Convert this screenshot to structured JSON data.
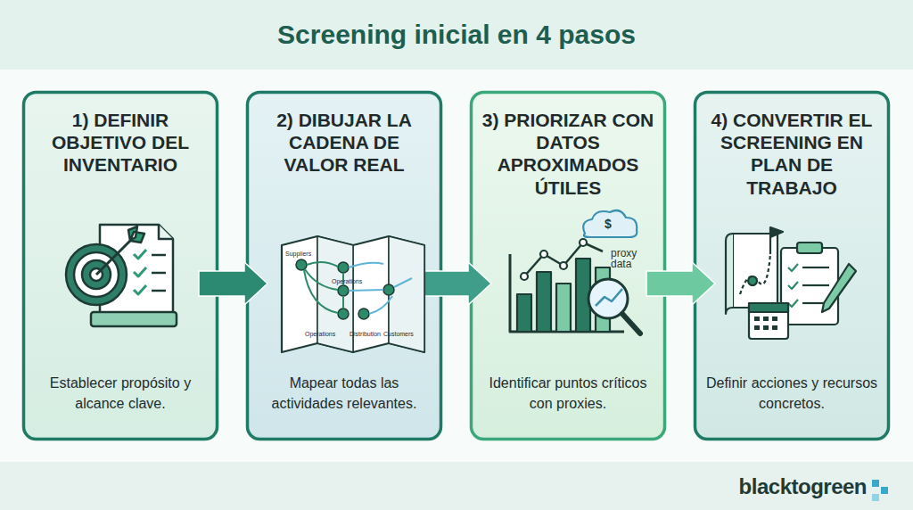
{
  "diagram": {
    "title": "Screening inicial en 4 pasos",
    "nodes": [
      {
        "text": [
          "1) DEFINIR OBJETIVO DEL INVENTARIO",
          "Establecer propósito y alcance clave."
        ]
      },
      {
        "text": [
          "2) DIBUJAR LA CADENA DE VALOR REAL",
          "Mapear todas las actividades relevantes."
        ]
      },
      {
        "text": [
          "3) PRIORIZAR CON DATOS APROXIMADOS ÚTILES",
          "Identificar puntos críticos con proxies."
        ]
      },
      {
        "text": [
          "4) CONVERTIR EL SCREENING EN PLAN DE TRABAJO",
          "Definir acciones y recursos concretos."
        ]
      }
    ],
    "edges": [
      {
        "from": 0,
        "to": 1,
        "arrow": "to"
      },
      {
        "from": 1,
        "to": 2,
        "arrow": "to"
      },
      {
        "from": 2,
        "to": 3,
        "arrow": "to"
      }
    ],
    "labels": [
      "Suppliers",
      "Operations",
      "Operations",
      "Distribution",
      "Customers",
      "$",
      "proxy data",
      "blacktogreen"
    ]
  }
}
